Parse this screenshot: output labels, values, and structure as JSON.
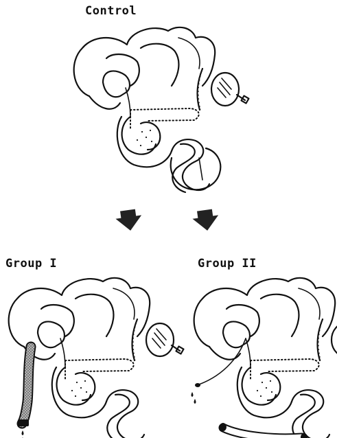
{
  "labels": {
    "control": "Control",
    "group1": "Group  I",
    "group2": "Group  II"
  },
  "colors": {
    "ink": "#111111",
    "stomach_fill": "#9a9a9a",
    "background": "#ffffff"
  },
  "icons": {
    "arrows": "down-arrow-icon"
  }
}
